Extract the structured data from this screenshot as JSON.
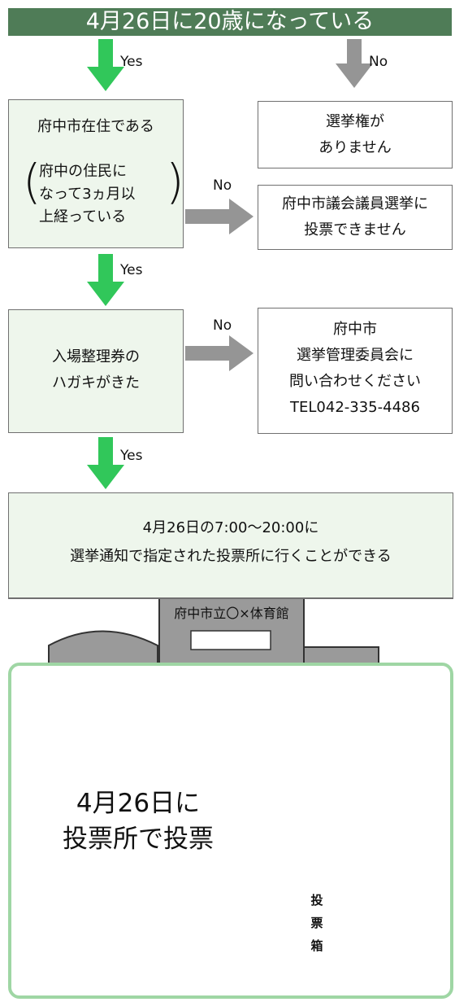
{
  "title": "4月26日に20歳になっている",
  "branch_labels": {
    "yes": "Yes",
    "no": "No"
  },
  "nodes": {
    "no_right": "選挙権が\nありません",
    "residence": "府中市在住である",
    "residence_note": "府中の住民に\nなって3ヵ月以\n上経っている",
    "cannot_vote": "府中市議会議員選挙に\n投票できません",
    "postcard": "入場整理券の\nハガキがきた",
    "contact": "府中市\n選挙管理委員会に\n問い合わせください\nTEL042-335-4486",
    "go_vote": "4月26日の7:00〜20:00に\n選挙通知で指定された投票所に行くことができる",
    "building_sign": "府中市立〇×体育館",
    "final": "4月26日に\n投票所で投票",
    "ballot_box_label": "投\n票\n箱"
  },
  "colors": {
    "banner": "#4f7c57",
    "yes_arrow": "#31c75a",
    "no_arrow": "#959595",
    "box_fill": "#eef6ec",
    "final_border": "#9fd6a4"
  }
}
